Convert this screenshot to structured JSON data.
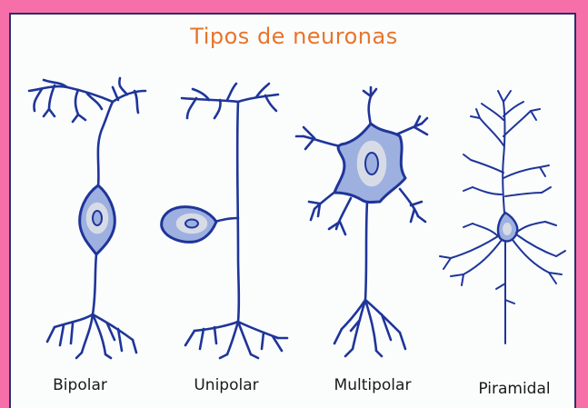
{
  "title": "Tipos de neuronas",
  "neurons": [
    {
      "label": "Bipolar"
    },
    {
      "label": "Unipolar"
    },
    {
      "label": "Multipolar"
    },
    {
      "label": "Piramidal"
    }
  ],
  "colors": {
    "background": "#f76fa9",
    "panel": "#fbfdfd",
    "title": "#e8742a",
    "outline": "#1f3599",
    "soma_fill": "#9db0e0",
    "nucleus_ring": "#d6dbe6"
  }
}
